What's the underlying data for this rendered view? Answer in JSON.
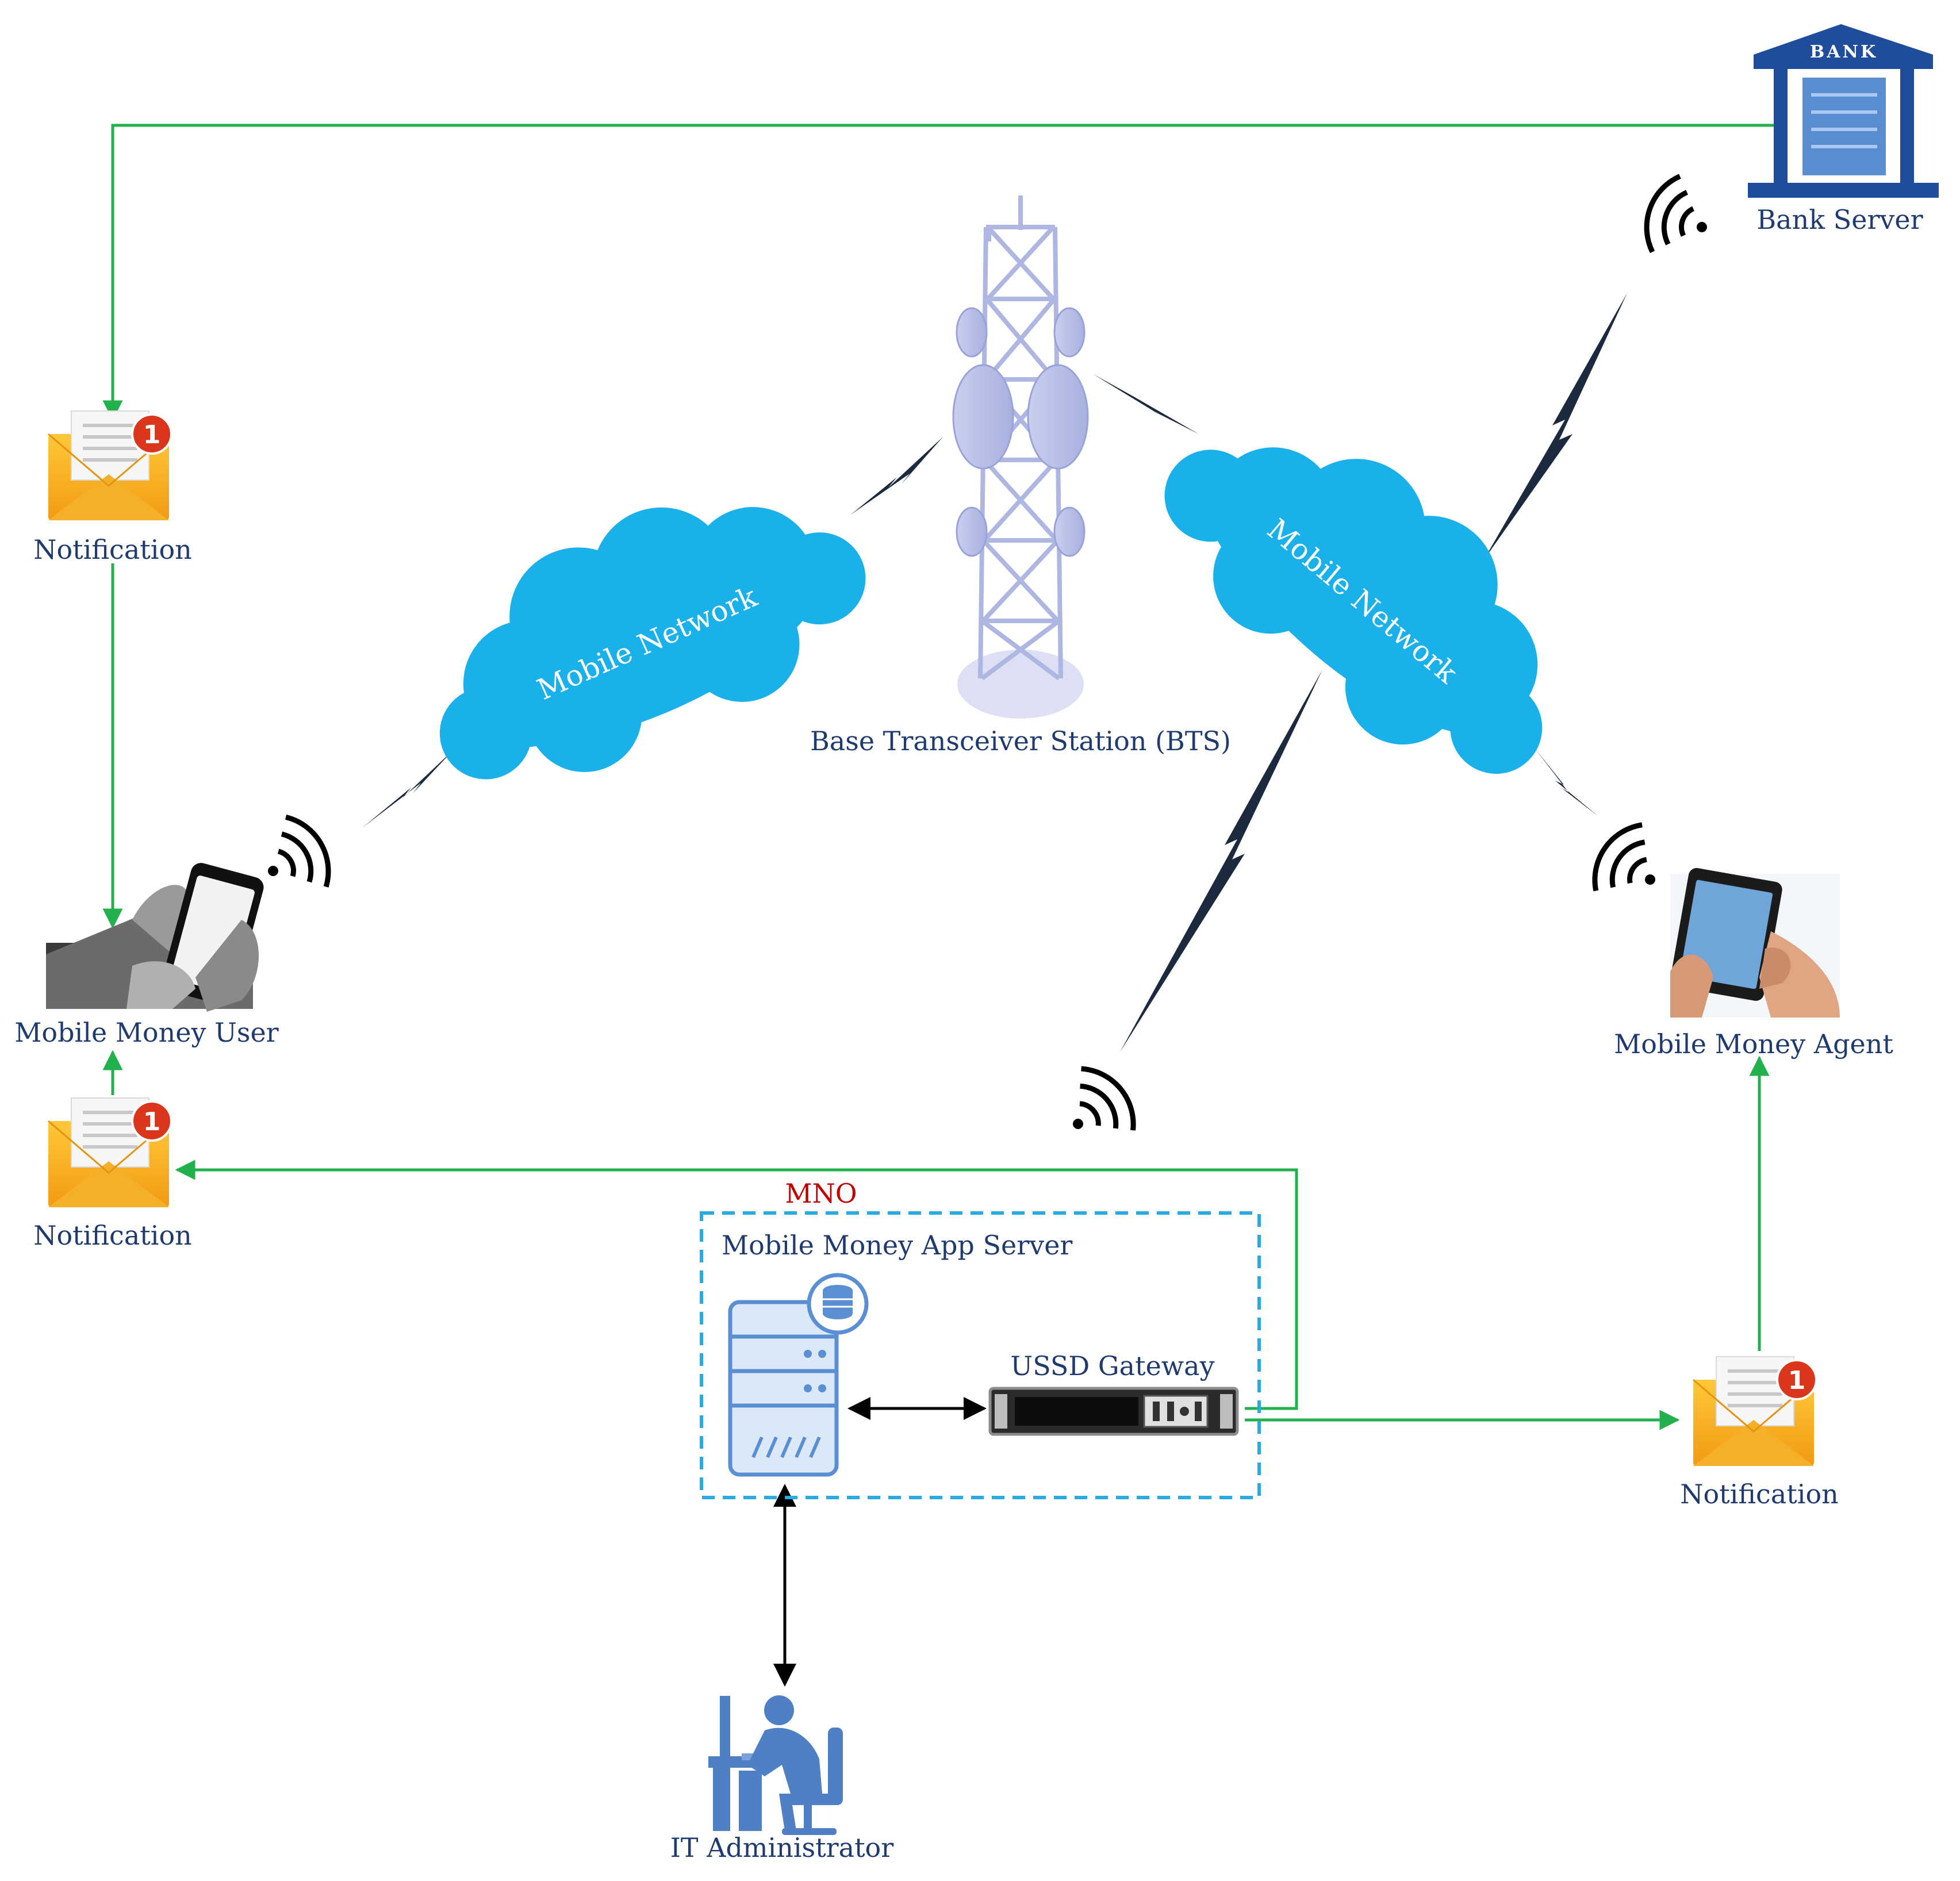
{
  "labels": {
    "bank_sign": "BANK",
    "bank_server": "Bank Server",
    "notification_top": "Notification",
    "notification_mid": "Notification",
    "notification_right": "Notification",
    "bts": "Base Transceiver Station (BTS)",
    "cloud_left": "Mobile Network",
    "cloud_right": "Mobile Network",
    "mobile_money_user": "Mobile Money User",
    "mobile_money_agent": "Mobile Money Agent",
    "mno": "MNO",
    "app_server": "Mobile Money App Server",
    "ussd_gateway": "USSD Gateway",
    "it_admin": "IT Administrator",
    "badge": "1"
  },
  "colors": {
    "flow_line": "#22b14c",
    "cloud": "#1ab0ea",
    "label_text": "#1f3a6e",
    "mno_text": "#c00000",
    "mno_border": "#29abe2",
    "server": "#5b8fd4",
    "lightning": "#1c2a40",
    "envelope": "#f2a81d",
    "badge": "#d9361c"
  }
}
